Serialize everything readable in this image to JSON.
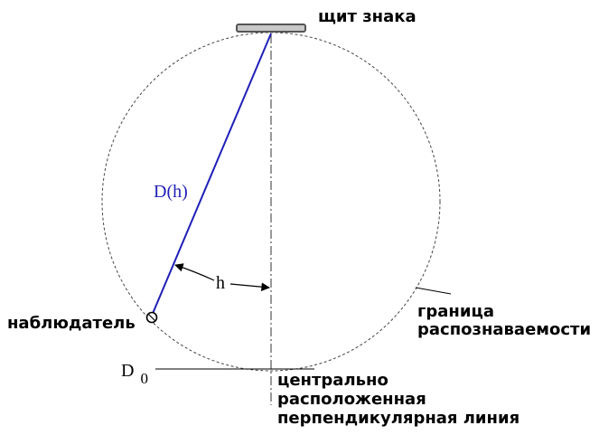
{
  "labels": {
    "sign_plate": "щит знака",
    "distance_function": "D(h)",
    "offset": "h",
    "observer": "наблюдатель",
    "boundary_line1": "граница",
    "boundary_line2": "распознаваемости",
    "d0_main": "D",
    "d0_sub": "0",
    "center_line1": "центрально",
    "center_line2": "расположенная",
    "center_line3": "перпендикулярная линия"
  },
  "colors": {
    "sight_line": "#1f1fb8",
    "label_blue": "#1f1fb8",
    "plate_fill": "#c8c8c8",
    "plate_stroke": "#555555",
    "circle_stroke": "#444444",
    "ink": "#000000"
  }
}
